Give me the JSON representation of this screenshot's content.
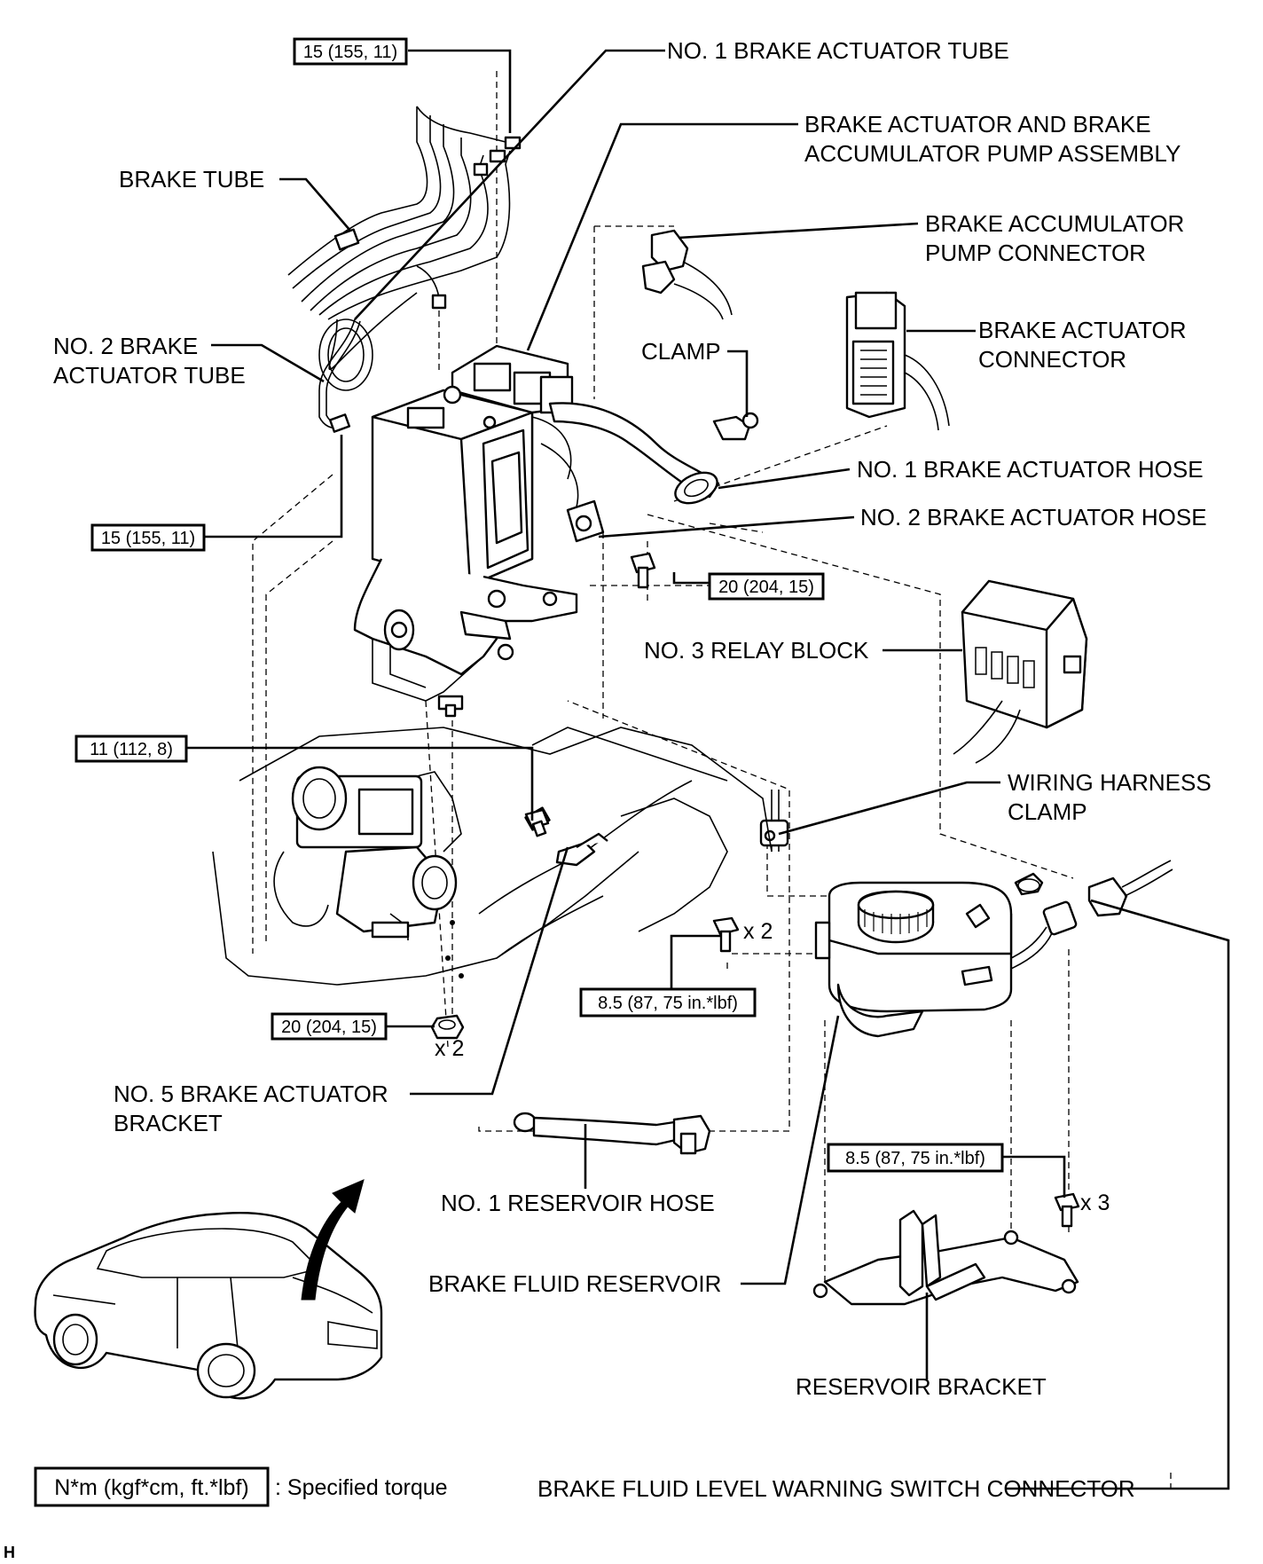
{
  "labels": {
    "no1_brake_actuator_tube": "NO. 1 BRAKE ACTUATOR TUBE",
    "actuator_assembly_l1": "BRAKE ACTUATOR AND BRAKE",
    "actuator_assembly_l2": "ACCUMULATOR PUMP ASSEMBLY",
    "pump_connector_l1": "BRAKE ACCUMULATOR",
    "pump_connector_l2": "PUMP CONNECTOR",
    "actuator_connector_l1": "BRAKE ACTUATOR",
    "actuator_connector_l2": "CONNECTOR",
    "brake_tube": "BRAKE TUBE",
    "no2_tube_l1": "NO. 2 BRAKE",
    "no2_tube_l2": "ACTUATOR TUBE",
    "clamp": "CLAMP",
    "no1_hose": "NO. 1 BRAKE ACTUATOR HOSE",
    "no2_hose": "NO. 2 BRAKE ACTUATOR HOSE",
    "relay_block": "NO. 3 RELAY BLOCK",
    "harness_clamp_l1": "WIRING HARNESS",
    "harness_clamp_l2": "CLAMP",
    "no5_bracket_l1": "NO. 5 BRAKE ACTUATOR",
    "no5_bracket_l2": "BRACKET",
    "reservoir_hose": "NO. 1 RESERVOIR HOSE",
    "fluid_reservoir": "BRAKE FLUID RESERVOIR",
    "reservoir_bracket": "RESERVOIR BRACKET",
    "level_switch_connector": "BRAKE FLUID LEVEL WARNING SWITCH CONNECTOR"
  },
  "torques": {
    "tube_top": "15 (155, 11)",
    "tube_side": "15 (155, 11)",
    "bolt_right": "20 (204, 15)",
    "bolt_left": "11 (112, 8)",
    "nut_bottom": "20 (204, 15)",
    "reservoir_bolts": "8.5 (87, 75 in.*lbf)",
    "bracket_bolts": "8.5 (87, 75 in.*lbf)"
  },
  "quantities": {
    "nut_bottom": "x 2",
    "reservoir_bolts": "x 2",
    "bracket_bolts": "x 3"
  },
  "legend": {
    "box_text": "N*m (kgf*cm, ft.*lbf)",
    "description": ": Specified torque"
  },
  "corner_mark": "H"
}
